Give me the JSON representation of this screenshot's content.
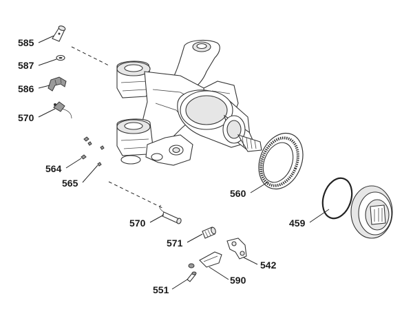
{
  "diagram": {
    "labels": {
      "p585": "585",
      "p587": "587",
      "p586": "586",
      "p570a": "570",
      "p564": "564",
      "p565": "565",
      "p560": "560",
      "p459": "459",
      "p570b": "570",
      "p571": "571",
      "p542": "542",
      "p590": "590",
      "p551": "551"
    }
  }
}
